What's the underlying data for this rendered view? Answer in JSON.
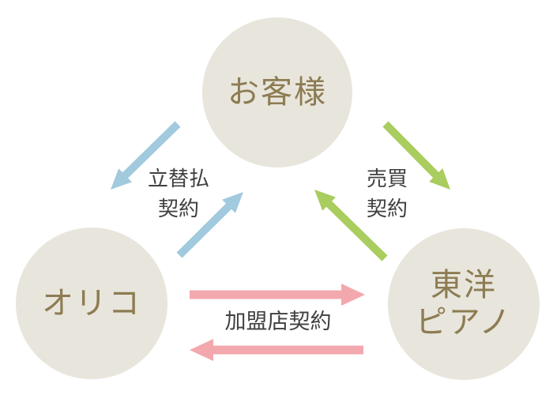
{
  "diagram": {
    "nodes": {
      "customer": {
        "label": "お客様"
      },
      "orico": {
        "label": "オリコ"
      },
      "toyo_piano": {
        "label_line1": "東洋",
        "label_line2": "ピアノ"
      }
    },
    "edges": {
      "advance_payment_contract": {
        "line1": "立替払",
        "line2": "契約"
      },
      "sales_contract": {
        "line1": "売買",
        "line2": "契約"
      },
      "member_store_contract": {
        "label": "加盟店契約"
      }
    },
    "colors": {
      "background": "#ffffff",
      "node_fill": "#e8e5dc",
      "node_text": "#8d7c52",
      "label_text": "#404040",
      "blue_arrow": "#a2cade",
      "green_arrow": "#a9cd5e",
      "pink_arrow": "#f3a8ad"
    }
  }
}
